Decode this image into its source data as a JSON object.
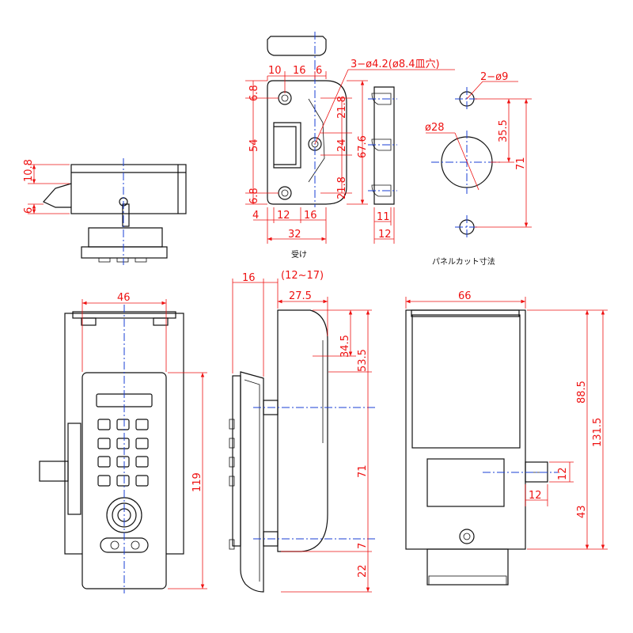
{
  "side_top": {
    "dim_height": "10.8",
    "dim_base": "6"
  },
  "receiver": {
    "caption": "受け",
    "dim_top_a": "10",
    "dim_top_b": "16",
    "dim_top_c": "6",
    "dim_hole_callout": "3−ø4.2(ø8.4皿穴)",
    "dim_left_top": "6.8",
    "dim_left_mid": "54",
    "dim_left_bot": "6.8",
    "dim_r_top": "21.8",
    "dim_r_mid": "24",
    "dim_r_bot": "21.8",
    "dim_r_total": "67.6",
    "dim_bot_a": "4",
    "dim_bot_b": "12",
    "dim_bot_c": "16",
    "dim_total_width": "32",
    "dim_edge_11": "11",
    "dim_edge_12": "12"
  },
  "panel_cut": {
    "caption": "パネルカット寸法",
    "dim_holes": "2−ø9",
    "dim_circle": "ø28",
    "dim_span": "35.5",
    "dim_total": "71"
  },
  "front": {
    "dim_width": "46",
    "dim_height": "119"
  },
  "side": {
    "dim_16": "16",
    "dim_range": "(12~17)",
    "dim_27_5": "27.5",
    "dim_34_5": "34.5",
    "dim_53_5": "53.5",
    "dim_71": "71",
    "dim_7": "7",
    "dim_22": "22"
  },
  "back": {
    "dim_width": "66",
    "dim_88_5": "88.5",
    "dim_131_5": "131.5",
    "dim_12_v": "12",
    "dim_12_h": "12",
    "dim_43": "43"
  },
  "colors": {
    "outline": "#111111",
    "dimension": "#ee1111",
    "centerline": "#1a3fd6"
  }
}
